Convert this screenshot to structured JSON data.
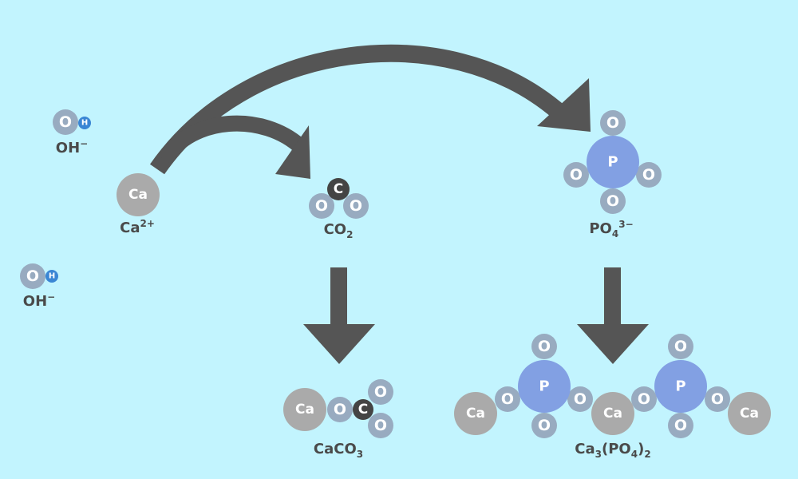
{
  "colors": {
    "background": "#c2f4fe",
    "arrow": "#555555",
    "oxygen": "#98abc0",
    "hydrogen": "#3a86d4",
    "calcium": "#aaaaaa",
    "carbon": "#444444",
    "phosphorus": "#82a0e3",
    "label": "#4a4a4a"
  },
  "atoms": {
    "O": "O",
    "H": "H",
    "Ca": "Ca",
    "C": "C",
    "P": "P"
  },
  "labels": {
    "oh1": {
      "base": "OH",
      "sup": "−"
    },
    "oh2": {
      "base": "OH",
      "sup": "−"
    },
    "ca_ion": {
      "base": "Ca",
      "sup": "2+"
    },
    "co2": {
      "base": "CO",
      "sub": "2"
    },
    "po4": {
      "base": "PO",
      "sub": "4",
      "sup": "3−"
    },
    "caco3": {
      "base": "CaCO",
      "sub": "3"
    },
    "ca3po42": {
      "p1": "Ca",
      "s1": "3",
      "p2": "(PO",
      "s2": "4",
      "p3": ")",
      "s3": "2"
    }
  },
  "relations": [
    {
      "from": "Ca2+",
      "to": "CO2",
      "type": "curved-arrow"
    },
    {
      "from": "Ca2+",
      "to": "PO4 3-",
      "type": "curved-arrow"
    },
    {
      "from": "CO2",
      "to": "CaCO3",
      "type": "down-arrow"
    },
    {
      "from": "PO4 3-",
      "to": "Ca3(PO4)2",
      "type": "down-arrow"
    }
  ]
}
